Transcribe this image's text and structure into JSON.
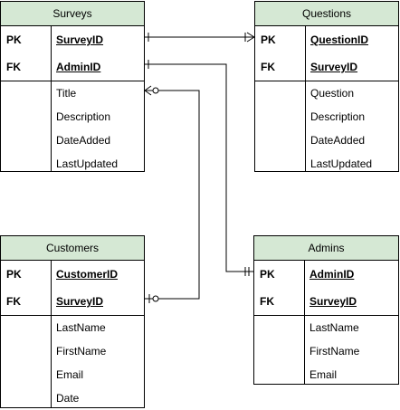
{
  "entities": {
    "surveys": {
      "title": "Surveys",
      "keys": [
        {
          "type": "PK",
          "field": "SurveyID"
        },
        {
          "type": "FK",
          "field": "AdminID"
        }
      ],
      "attributes": [
        "Title",
        "Description",
        "DateAdded",
        "LastUpdated"
      ]
    },
    "questions": {
      "title": "Questions",
      "keys": [
        {
          "type": "PK",
          "field": "QuestionID"
        },
        {
          "type": "FK",
          "field": "SurveyID"
        }
      ],
      "attributes": [
        "Question",
        "Description",
        "DateAdded",
        "LastUpdated"
      ]
    },
    "customers": {
      "title": "Customers",
      "keys": [
        {
          "type": "PK",
          "field": "CustomerID"
        },
        {
          "type": "FK",
          "field": "SurveyID"
        }
      ],
      "attributes": [
        "LastName",
        "FirstName",
        "Email",
        "Date"
      ]
    },
    "admins": {
      "title": "Admins",
      "keys": [
        {
          "type": "PK",
          "field": "AdminID"
        },
        {
          "type": "FK",
          "field": "SurveyID"
        }
      ],
      "attributes": [
        "LastName",
        "FirstName",
        "Email"
      ]
    }
  },
  "colors": {
    "header_fill": "#d5e8d4",
    "border": "#000000",
    "line": "#000000"
  }
}
